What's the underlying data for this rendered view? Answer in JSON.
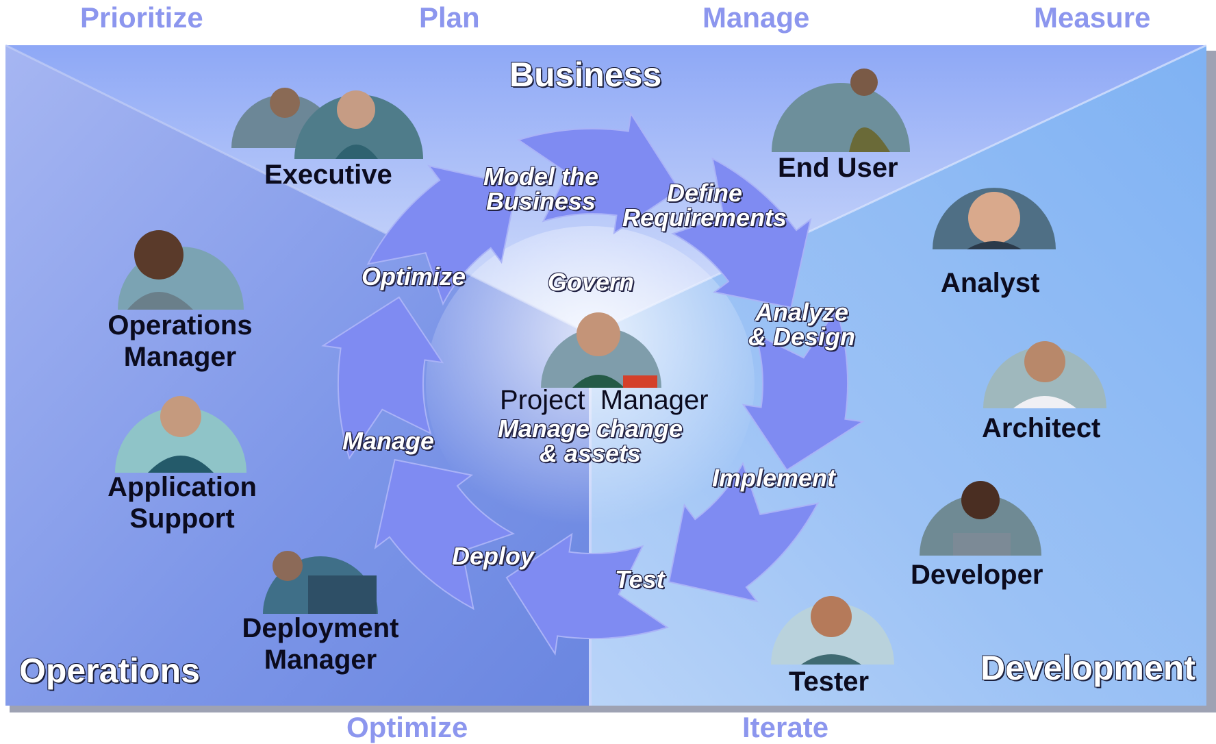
{
  "top_labels": [
    "Prioritize",
    "Plan",
    "Manage",
    "Measure"
  ],
  "bottom_labels": [
    "Optimize",
    "Iterate"
  ],
  "regions": {
    "business": "Business",
    "operations": "Operations",
    "development": "Development"
  },
  "roles": {
    "executive": "Executive",
    "end_user": "End User",
    "operations_manager": [
      "Operations",
      "Manager"
    ],
    "application_support": [
      "Application",
      "Support"
    ],
    "deployment_manager": [
      "Deployment",
      "Manager"
    ],
    "analyst": "Analyst",
    "architect": "Architect",
    "developer": "Developer",
    "tester": "Tester"
  },
  "cycle_phases": {
    "model": [
      "Model the",
      "Business"
    ],
    "define": [
      "Define",
      "Requirements"
    ],
    "analyze": [
      "Analyze",
      "& Design"
    ],
    "implement": "Implement",
    "test": "Test",
    "deploy": "Deploy",
    "manage": "Manage",
    "optimize": "Optimize"
  },
  "center": {
    "govern": "Govern",
    "project_manager": "Project  Manager",
    "activity": [
      "Manage change",
      "& assets"
    ]
  },
  "colors": {
    "header_text": "#8c96ee",
    "cycle_arrow": "#7f8bf2",
    "panel_top": "#9bb4f8",
    "panel_left": "#7d96e8",
    "panel_right": "#8fb8f2",
    "label_dark": "#0b0b1e"
  }
}
